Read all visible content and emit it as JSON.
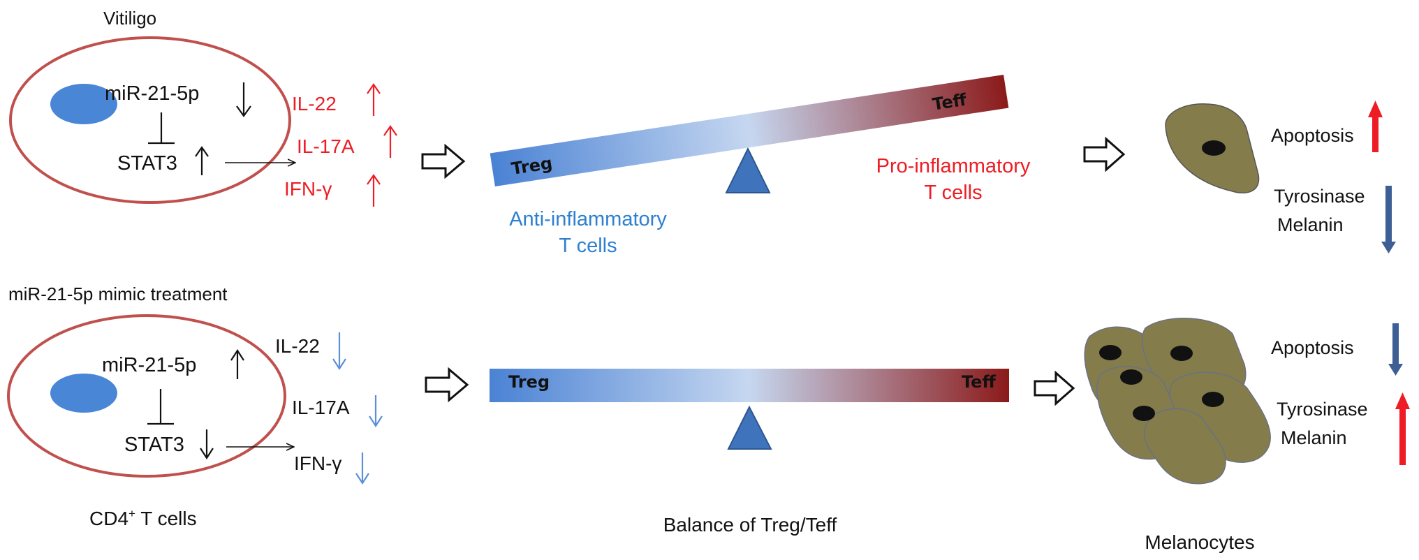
{
  "colors": {
    "red": "#ee1c24",
    "blue": "#2e7fd0",
    "black": "#111111",
    "cell_outline": "#c0504d",
    "nucleus": "#4a86d6",
    "melanocyte": "#857c4b",
    "treg_blue": "#4a82d4",
    "teff_red": "#8b1a1a",
    "fulcrum": "#3f74bd"
  },
  "icons": {
    "up_arrow": "up-arrow-icon",
    "down_arrow": "down-arrow-icon",
    "hollow_arrow": "hollow-right-arrow-icon"
  },
  "top": {
    "condition_label": "Vitiligo",
    "mirna": "miR-21-5p",
    "mirna_direction": "down",
    "stat": "STAT3",
    "stat_direction": "up",
    "cytokines": [
      {
        "name": "IL-22",
        "direction": "up"
      },
      {
        "name": "IL-17A",
        "direction": "up"
      },
      {
        "name": "IFN-γ",
        "direction": "up"
      }
    ],
    "seesaw": {
      "left_label": "Treg",
      "right_label": "Teff",
      "tilt": "right side up"
    },
    "left_caption_1": "Anti-inflammatory",
    "left_caption_2": "T cells",
    "right_caption_1": "Pro-inflammatory",
    "right_caption_2": "T cells",
    "apoptosis": "Apoptosis",
    "apoptosis_direction": "up",
    "tyrosinase": "Tyrosinase",
    "melanin": "Melanin",
    "tyrosinase_direction": "down"
  },
  "bottom": {
    "condition_label": "miR-21-5p mimic treatment",
    "mirna": "miR-21-5p",
    "mirna_direction": "up",
    "stat": "STAT3",
    "stat_direction": "down",
    "cytokines": [
      {
        "name": "IL-22",
        "direction": "down"
      },
      {
        "name": "IL-17A",
        "direction": "down"
      },
      {
        "name": "IFN-γ",
        "direction": "down"
      }
    ],
    "seesaw": {
      "left_label": "Treg",
      "right_label": "Teff",
      "tilt": "level"
    },
    "apoptosis": "Apoptosis",
    "apoptosis_direction": "down",
    "tyrosinase": "Tyrosinase",
    "melanin": "Melanin",
    "tyrosinase_direction": "up"
  },
  "captions": {
    "cells_prefix": "CD4",
    "cells_superscript": "+",
    "cells_suffix": " T cells",
    "balance": "Balance of Treg/Teff",
    "melanocytes": "Melanocytes"
  }
}
